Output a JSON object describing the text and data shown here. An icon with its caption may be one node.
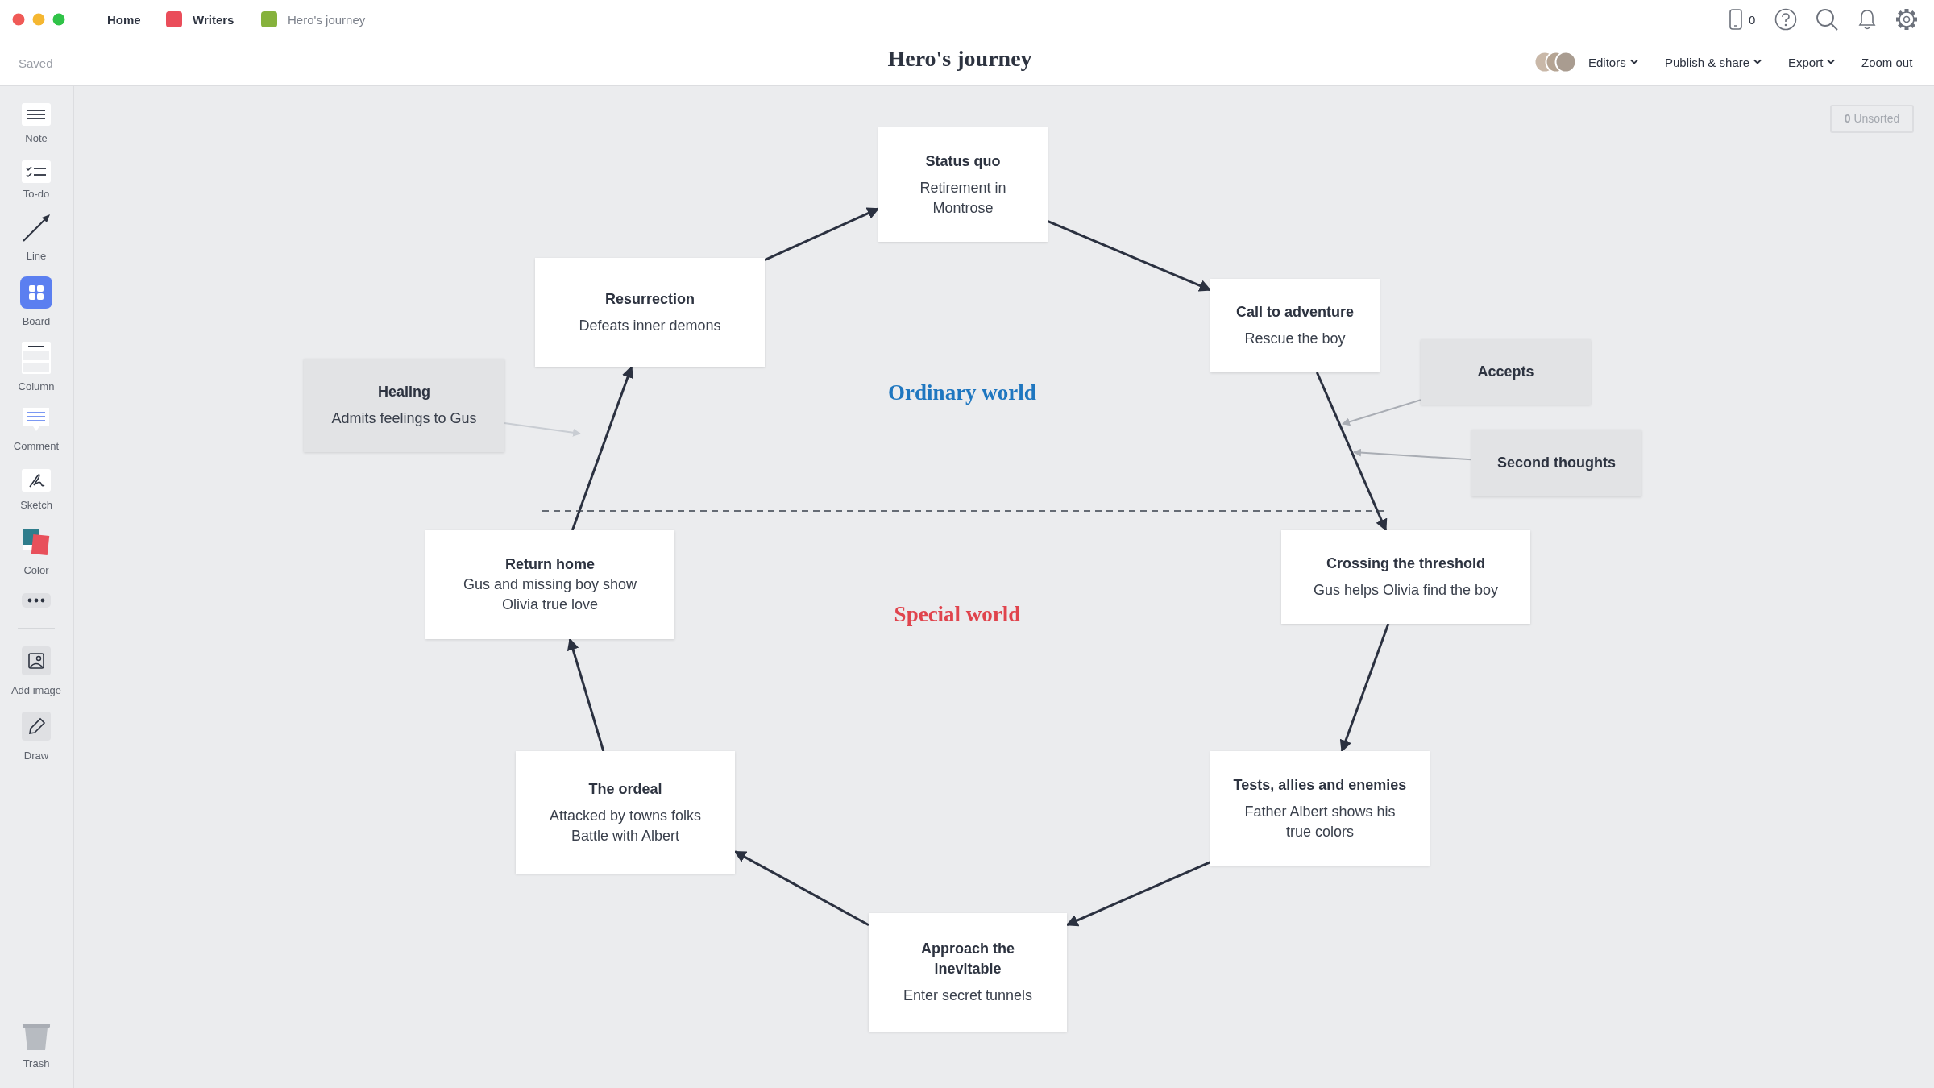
{
  "diagram": {
    "title": "Hero's journey",
    "nodes": [
      {
        "text": [
          "Status quo",
          "Retirement in Montrose"
        ]
      },
      {
        "text": [
          "Call to adventure",
          "Rescue the boy"
        ]
      },
      {
        "text": [
          "Accepts"
        ]
      },
      {
        "text": [
          "Second thoughts"
        ]
      },
      {
        "text": [
          "Crossing the threshold",
          "Gus helps Olivia find the boy"
        ]
      },
      {
        "text": [
          "Tests, allies and enemies",
          "Father Albert shows his true colors"
        ]
      },
      {
        "text": [
          "Approach the inevitable",
          "Enter secret tunnels"
        ]
      },
      {
        "text": [
          "The ordeal",
          "Attacked by towns folks",
          "Battle with Albert"
        ]
      },
      {
        "text": [
          "Return home",
          "Gus and missing boy show Olivia true love"
        ]
      },
      {
        "text": [
          "Healing",
          "Admits feelings to Gus"
        ]
      },
      {
        "text": [
          "Resurrection",
          "Defeats inner demons"
        ]
      }
    ],
    "edges": [
      {
        "from": 0,
        "to": 1,
        "arrow": "to"
      },
      {
        "from": 1,
        "to": 4,
        "arrow": "to"
      },
      {
        "from": 4,
        "to": 5,
        "arrow": "to"
      },
      {
        "from": 5,
        "to": 6,
        "arrow": "to"
      },
      {
        "from": 6,
        "to": 7,
        "arrow": "to"
      },
      {
        "from": 7,
        "to": 8,
        "arrow": "to"
      },
      {
        "from": 8,
        "to": 10,
        "arrow": "to"
      },
      {
        "from": 10,
        "to": 0,
        "arrow": "to"
      },
      {
        "from": 2,
        "to": null,
        "arrow": "to",
        "color": "#a9adb4"
      },
      {
        "from": 3,
        "to": null,
        "arrow": "to",
        "color": "#a9adb4"
      },
      {
        "from": 9,
        "to": null,
        "arrow": "to",
        "color": "#c9cdd3"
      }
    ],
    "labels": [
      "Home",
      "Writers",
      "Hero's journey",
      "0",
      "Saved",
      "Editors",
      "Publish & share",
      "Export",
      "Zoom out",
      "**0** Unsorted",
      "Note",
      "To-do",
      "Line",
      "Board",
      "Column",
      "Comment",
      "Sketch",
      "Color",
      "Add image",
      "Draw",
      "Trash",
      "Ordinary world",
      "Special world"
    ]
  }
}
